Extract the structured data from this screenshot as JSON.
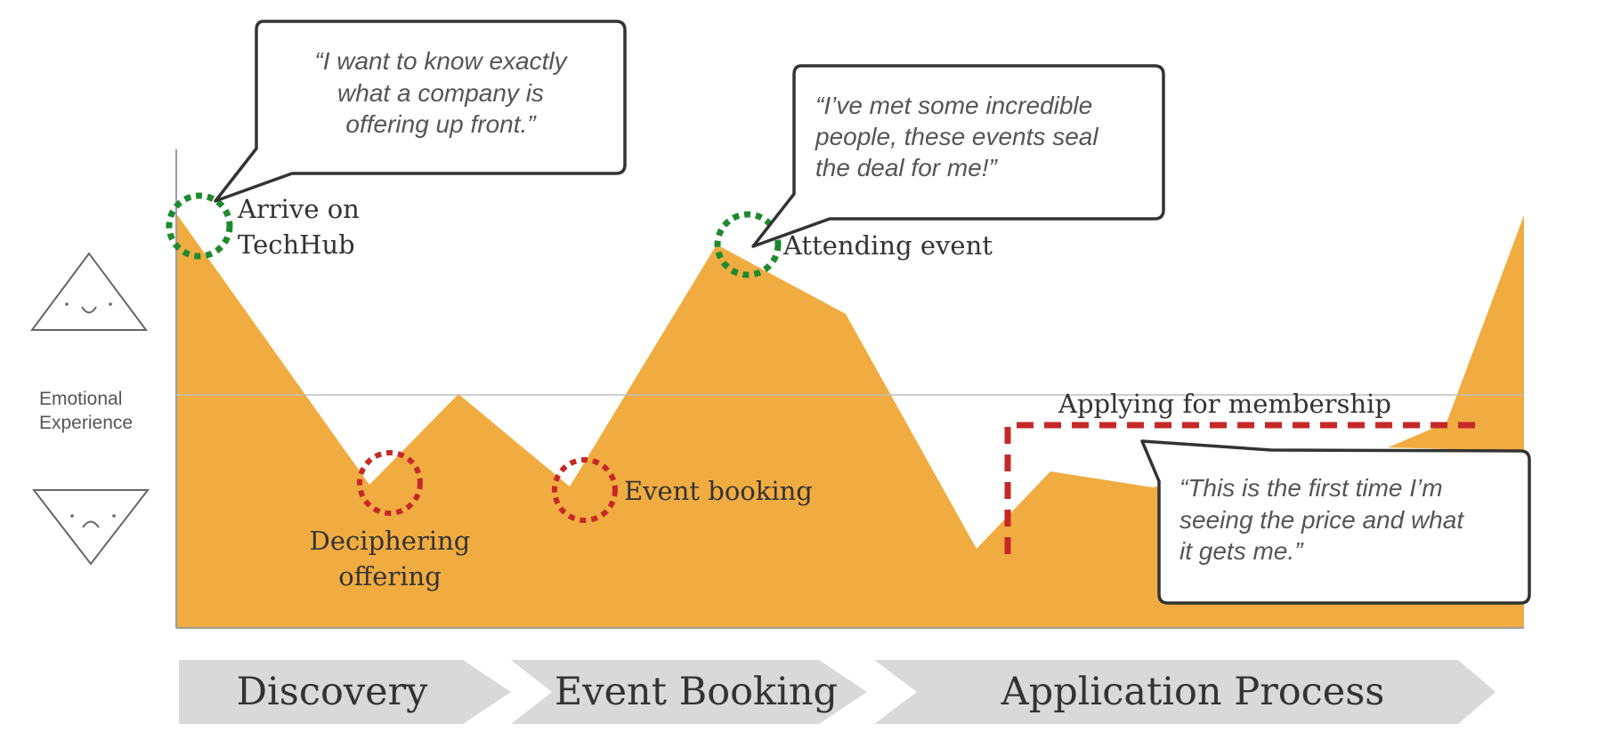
{
  "axis": {
    "label_line1": "Emotional",
    "label_line2": "Experience",
    "positive_icon": "happy-face-triangle-icon",
    "negative_icon": "sad-face-triangle-icon"
  },
  "moments": {
    "arrive_line1": "Arrive on",
    "arrive_line2": "TechHub",
    "deciphering_line1": "Deciphering",
    "deciphering_line2": "offering",
    "event_booking": "Event booking",
    "attending_event": "Attending event",
    "applying": "Applying for membership"
  },
  "quotes": {
    "q1_line1": "“I want to know exactly",
    "q1_line2": "what a company is",
    "q1_line3": "offering up front.”",
    "q2_line1": "“I’ve met some incredible",
    "q2_line2": "people, these events seal",
    "q2_line3": "the deal for me!”",
    "q3_line1": "“This is the first time I’m",
    "q3_line2": "seeing the price and what",
    "q3_line3": "it gets me.”"
  },
  "phases": {
    "discovery": "Discovery",
    "event_booking": "Event Booking",
    "application_process": "Application Process"
  },
  "colors": {
    "area_fill": "#F0AC41",
    "positive_marker": "#1E8A2E",
    "negative_marker": "#C62828",
    "phase_fill": "#D9D9D9",
    "axis_line": "#9E9E9E",
    "text": "#333333"
  }
}
